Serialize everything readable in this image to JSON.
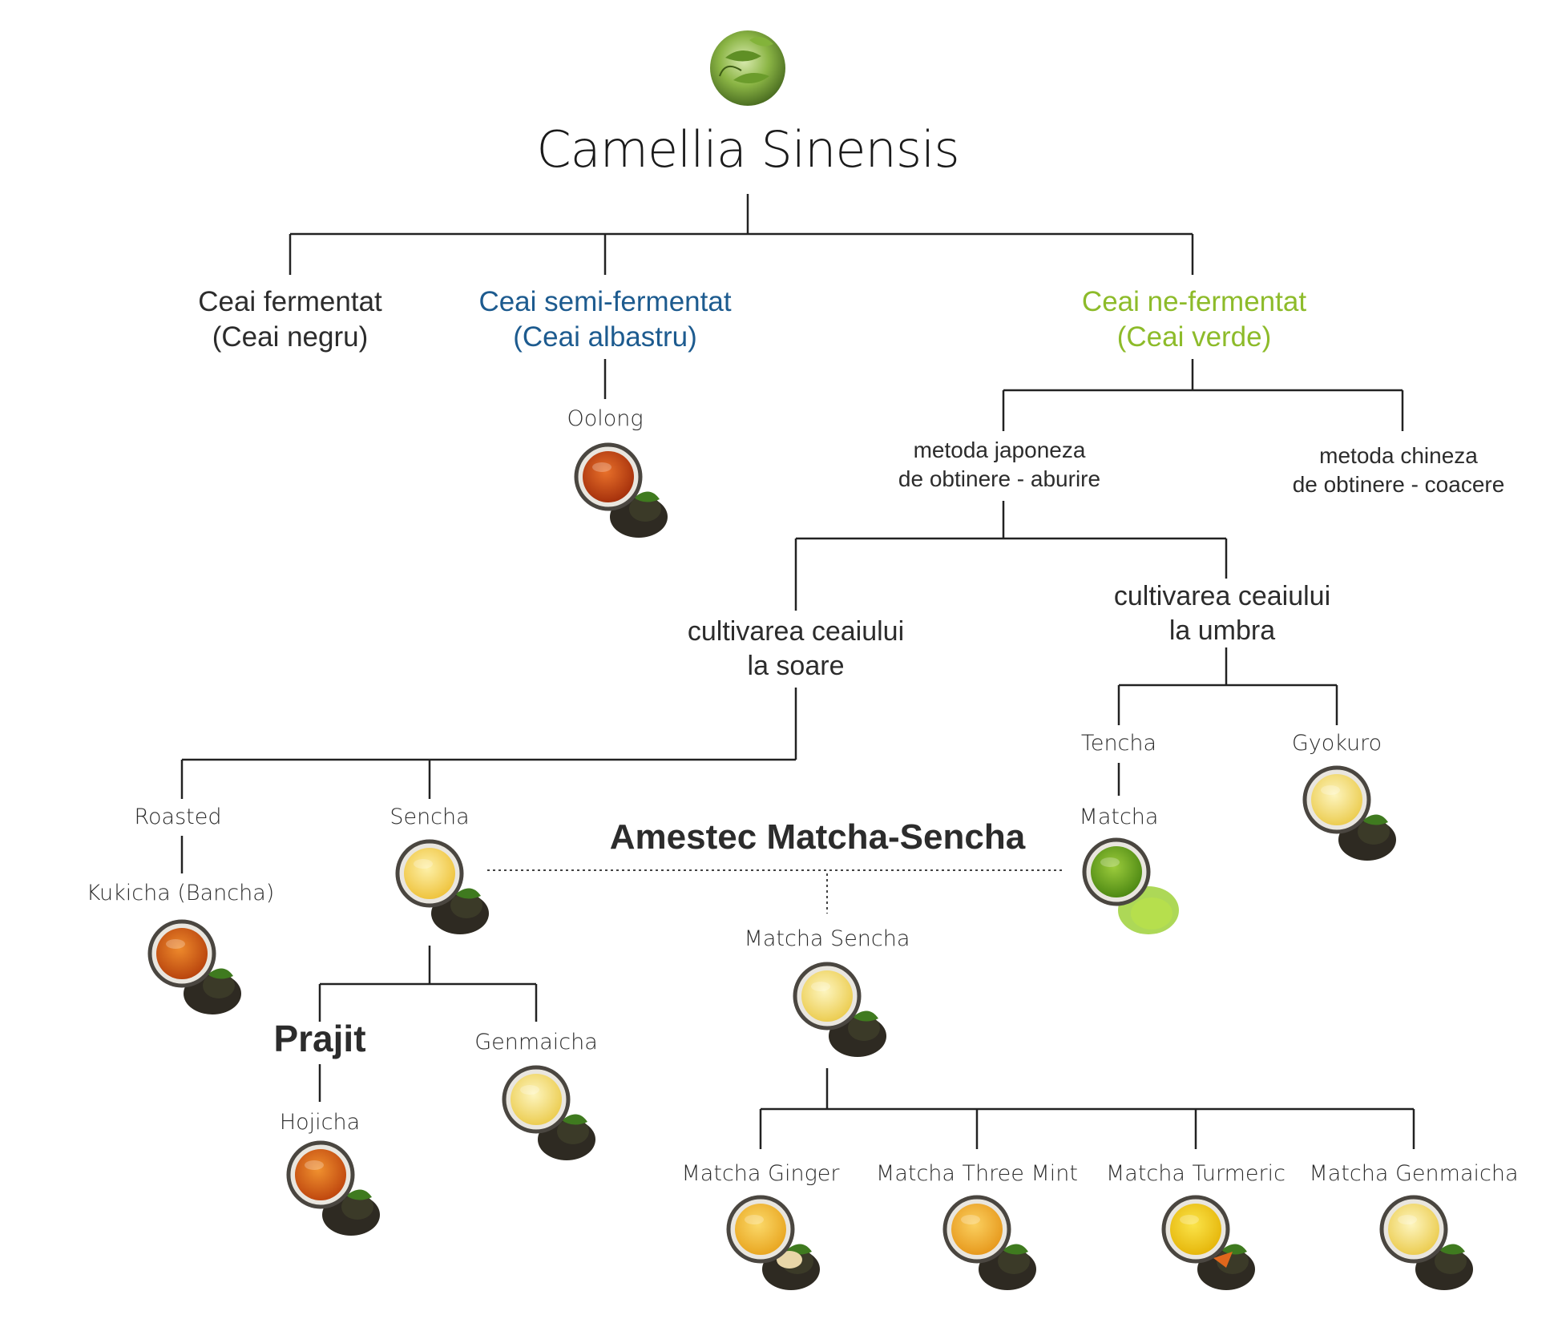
{
  "title": "Camellia Sinensis",
  "colors": {
    "line": "#222222",
    "blue": "#1d5b8f",
    "green": "#8dbb2a",
    "text": "#2c2c2c"
  },
  "categories": {
    "fermented": {
      "line1": "Ceai fermentat",
      "line2": "(Ceai negru)"
    },
    "semi": {
      "line1": "Ceai semi-fermentat",
      "line2": "(Ceai albastru)"
    },
    "green": {
      "line1": "Ceai ne-fermentat",
      "line2": "(Ceai verde)"
    }
  },
  "methods": {
    "japanese": {
      "line1": "metoda japoneza",
      "line2": "de obtinere - aburire"
    },
    "chinese": {
      "line1": "metoda chineza",
      "line2": "de obtinere - coacere"
    }
  },
  "cultivation": {
    "sun": {
      "line1": "cultivarea ceaiului",
      "line2": "la soare"
    },
    "shade": {
      "line1": "cultivarea ceaiului",
      "line2": "la umbra"
    }
  },
  "teas": {
    "oolong": "Oolong",
    "tencha": "Tencha",
    "gyokuro": "Gyokuro",
    "matcha": "Matcha",
    "roasted": "Roasted",
    "sencha": "Sencha",
    "kukicha": "Kukicha (Bancha)",
    "prajit": "Prajit",
    "hojicha": "Hojicha",
    "genmaicha": "Genmaicha",
    "blend": "Amestec Matcha-Sencha",
    "matcha_sencha": "Matcha Sencha",
    "matcha_ginger": "Matcha Ginger",
    "matcha_three_mint": "Matcha Three Mint",
    "matcha_turmeric": "Matcha Turmeric",
    "matcha_genmaicha": "Matcha Genmaicha"
  },
  "cup_icons": {
    "oolong": "oolong-tea-cup-icon",
    "gyokuro": "gyokuro-tea-cup-icon",
    "matcha": "matcha-powder-bowl-icon",
    "sencha": "sencha-tea-cup-icon",
    "kukicha": "kukicha-tea-cup-icon",
    "hojicha": "hojicha-tea-cup-icon",
    "genmaicha": "genmaicha-tea-cup-icon",
    "matcha_sencha": "matcha-sencha-tea-cup-icon",
    "matcha_ginger": "matcha-ginger-tea-cup-icon",
    "matcha_three_mint": "matcha-three-mint-tea-cup-icon",
    "matcha_turmeric": "matcha-turmeric-tea-cup-icon",
    "matcha_genmaicha": "matcha-genmaicha-tea-cup-icon"
  }
}
